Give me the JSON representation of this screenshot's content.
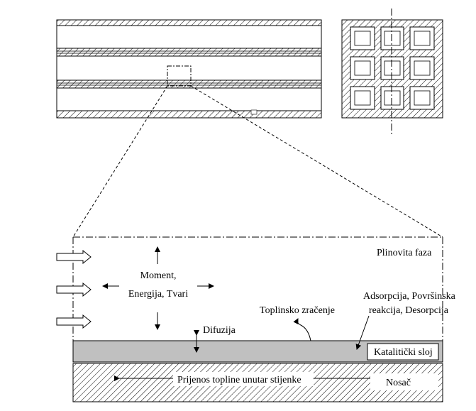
{
  "labels": {
    "gas_phase": "Plinovita faza",
    "transport_line1": "Moment,",
    "transport_line2": "Energija, Tvari",
    "diffusion": "Difuzija",
    "radiation": "Toplinsko zračenje",
    "adsorption_line1": "Adsorpcija, Površinska",
    "adsorption_line2": "reakcija, Desorpcija",
    "catalytic_layer": "Katalitički sloj",
    "wall_heat_transfer": "Prijenos topline unutar stijenke",
    "support": "Nosač"
  },
  "colors": {
    "stroke": "#000000",
    "catalyst_fill": "#c0c0c0",
    "background": "#ffffff"
  },
  "icons": {
    "flow_arrow": "hollow-right-arrow",
    "double_arrow": "double-headed-arrow"
  }
}
